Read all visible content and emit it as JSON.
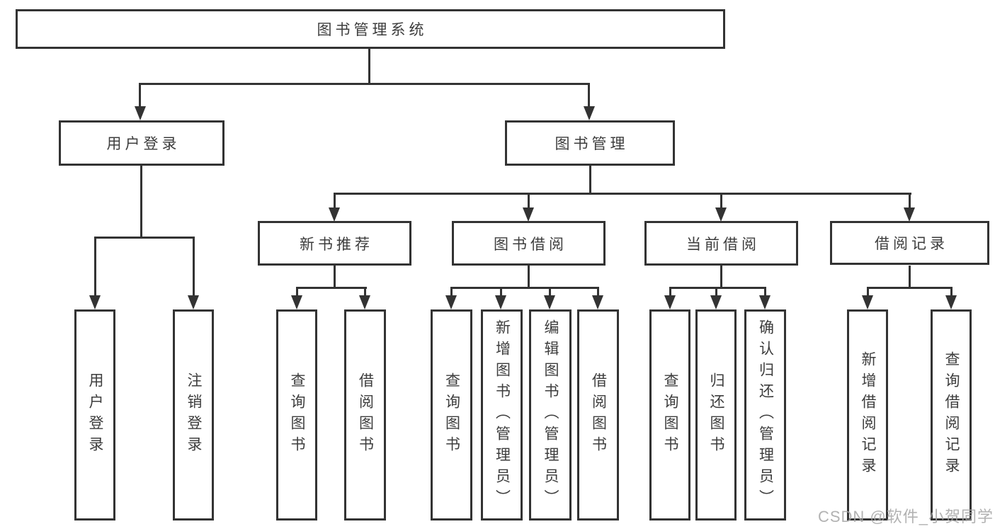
{
  "diagram_type": "functional-structure-tree",
  "tree": {
    "label": "图书管理系统",
    "children": [
      {
        "label": "用户登录",
        "children": [
          {
            "label": "用户登录"
          },
          {
            "label": "注销登录"
          }
        ]
      },
      {
        "label": "图书管理",
        "children": [
          {
            "label": "新书推荐",
            "children": [
              {
                "label": "查询图书"
              },
              {
                "label": "借阅图书"
              }
            ]
          },
          {
            "label": "图书借阅",
            "children": [
              {
                "label": "查询图书"
              },
              {
                "label": "新增图书（管理员）"
              },
              {
                "label": "编辑图书（管理员）"
              },
              {
                "label": "借阅图书"
              }
            ]
          },
          {
            "label": "当前借阅",
            "children": [
              {
                "label": "查询图书"
              },
              {
                "label": "归还图书"
              },
              {
                "label": "确认归还（管理员）"
              }
            ]
          },
          {
            "label": "借阅记录",
            "children": [
              {
                "label": "新增借阅记录"
              },
              {
                "label": "查询借阅记录"
              }
            ]
          }
        ]
      }
    ]
  },
  "watermark": {
    "text": "CSDN @软件_小贺同学"
  },
  "colors": {
    "line": "#333333",
    "text": "#3d3d3d",
    "watermark": "#a5a5a5",
    "background": "#ffffff"
  }
}
